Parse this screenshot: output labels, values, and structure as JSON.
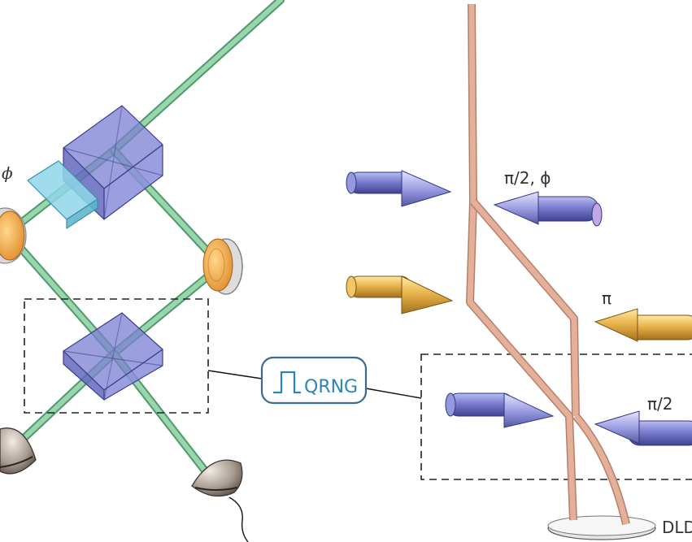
{
  "labels": {
    "phi_left": "ϕ",
    "pulse_top": "π/2, ϕ",
    "pulse_pi": "π",
    "pulse_bottom": "π/2",
    "qrng": "QRNG",
    "detector": "DLD"
  },
  "colors": {
    "beam": "#6fbf8e",
    "beam_edge": "#4f9a6d",
    "cube": "#7b7fd1",
    "cube_edge": "#3d3f8a",
    "phase_plate": "#8fd6e8",
    "mirror_face": "#f2b24d",
    "mirror_rim": "#d9d9d9",
    "arrow_blue": "#7272c8",
    "arrow_gold": "#e8b444",
    "trajectory": "#e4b09a",
    "trajectory_edge": "#b5806a",
    "dash_box": "#222222",
    "qrng_border": "#3a6b8c",
    "qrng_text": "#2a86b8"
  },
  "icons": {
    "qrng_pulse": "square-pulse-icon",
    "photodetector": "hemisphere-detector-icon"
  }
}
